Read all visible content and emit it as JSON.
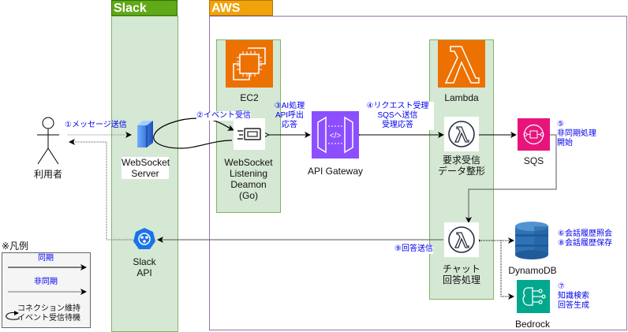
{
  "groups": {
    "slack": {
      "label": "Slack",
      "color": "#60a917",
      "fill": "#d5e8d4",
      "border": "#82b366"
    },
    "aws": {
      "label": "AWS",
      "color": "#f0a30a",
      "border": "#9673a6"
    }
  },
  "nodes": {
    "user": {
      "label": "利用者"
    },
    "websocket_server": {
      "label": "WebSocket\nServer"
    },
    "slack_api": {
      "label": "Slack\nAPI"
    },
    "ec2": {
      "label": "EC2",
      "color": "#ed7100"
    },
    "ws_daemon": {
      "label": "WebSocket\nListening\nDeamon\n(Go)"
    },
    "api_gateway": {
      "label": "API Gateway",
      "color": "#8c4fff"
    },
    "lambda": {
      "label": "Lambda",
      "color": "#ed7100"
    },
    "request_lambda": {
      "label": "要求受信\nデータ整形"
    },
    "sqs": {
      "label": "SQS",
      "color": "#e7157b"
    },
    "chat_lambda": {
      "label": "チャット\n回答処理"
    },
    "dynamodb": {
      "label": "DynamoDB",
      "color": "#2e73b8"
    },
    "bedrock": {
      "label": "Bedrock",
      "color": "#01a88d"
    }
  },
  "steps": {
    "s1": "①メッセージ送信",
    "s2": "②イベント受信",
    "s3": "③AI処理\nAPI呼出\n応答",
    "s4": "④リクエスト受理\nSQSへ送信\n受理応答",
    "s5": "⑤\n非同期処理\n開始",
    "s6": "⑥会話履歴照会\n⑧会話履歴保存",
    "s7": "⑦\n知識検索\n回答生成",
    "s9": "⑨回答送信"
  },
  "legend": {
    "title": "※凡例",
    "sync": "同期",
    "async": "非同期",
    "loop": "コネクション維持\nイベント受信待機"
  }
}
